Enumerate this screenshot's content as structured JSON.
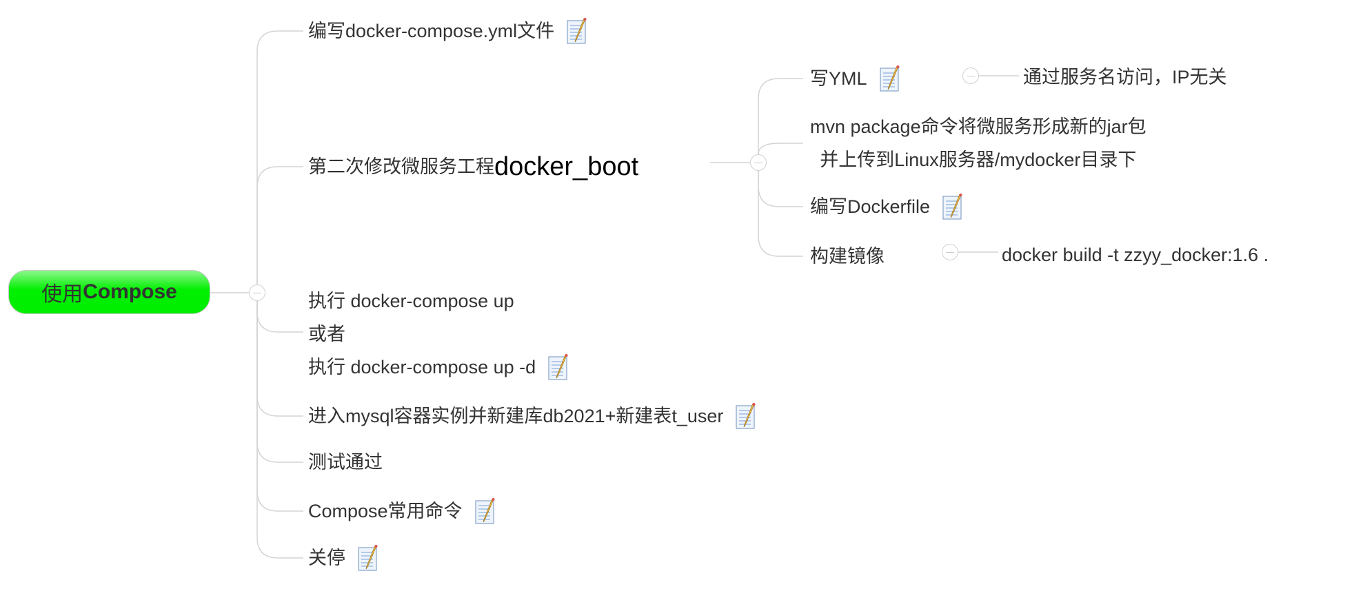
{
  "root": {
    "prefix": "使用",
    "bold": "Compose"
  },
  "branches": [
    {
      "label": "编写docker-compose.yml文件",
      "has_note": true
    },
    {
      "label": "第二次修改微服务工程",
      "label_big": "docker_boot",
      "children": [
        {
          "label": "写YML",
          "has_note": true,
          "child": "通过服务名访问，IP无关"
        },
        {
          "lines": [
            "mvn package命令将微服务形成新的jar包",
            "并上传到Linux服务器/mydocker目录下"
          ]
        },
        {
          "label": "编写Dockerfile",
          "has_note": true
        },
        {
          "label": "构建镜像",
          "child": "docker build -t zzyy_docker:1.6 ."
        }
      ]
    },
    {
      "lines": [
        "执行 docker-compose up",
        "或者",
        "执行 docker-compose up -d"
      ],
      "has_note": true
    },
    {
      "label": "进入mysql容器实例并新建库db2021+新建表t_user",
      "has_note": true
    },
    {
      "label": "测试通过"
    },
    {
      "label": "Compose常用命令",
      "has_note": true
    },
    {
      "label": "关停",
      "has_note": true
    }
  ],
  "colors": {
    "root_fill": "#00ee00",
    "line": "#d0d0d0",
    "text": "#333333"
  }
}
